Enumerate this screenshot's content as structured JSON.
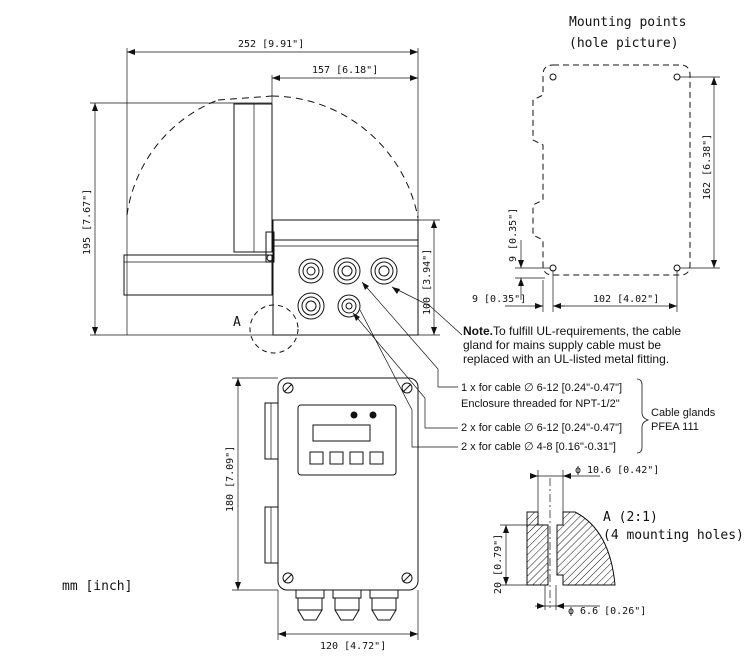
{
  "title_mounting": "Mounting points",
  "title_hole_picture": "(hole picture)",
  "dims": {
    "width_total": "252 [9.91\"]",
    "width_box": "157 [6.18\"]",
    "height_total": "195 [7.67\"]",
    "height_box": "100 [3.94\"]",
    "mount_height": "162 [6.38\"]",
    "mount_width": "102 [4.02\"]",
    "mount_offset_v": "9 [0.35\"]",
    "mount_offset_h": "9 [0.35\"]",
    "front_height": "180 [7.09\"]",
    "front_width": "120 [4.72\"]",
    "hole_top": "ϕ 10.6 [0.42\"]",
    "hole_bottom": "ϕ 6.6 [0.26\"]",
    "hole_depth": "20 [0.79\"]"
  },
  "detail_label": "A",
  "detail_title": "A (2:1)",
  "detail_sub": "(4 mounting holes)",
  "note": {
    "bold": "Note.",
    "line1": "To fulfill UL-requirements, the cable",
    "line2": "gland for mains supply cable must be",
    "line3": "replaced with an UL-listed metal fitting."
  },
  "glands": [
    "1 x for cable ∅ 6-12 [0.24\"-0.47\"]",
    "Enclosure threaded for NPT-1/2\"",
    "2 x for cable ∅ 6-12 [0.24\"-0.47\"]",
    "2 x for cable ∅ 4-8 [0.16\"-0.31\"]"
  ],
  "cable_glands_label_1": "Cable glands",
  "cable_glands_label_2": "PFEA 111",
  "units": "mm [inch]"
}
